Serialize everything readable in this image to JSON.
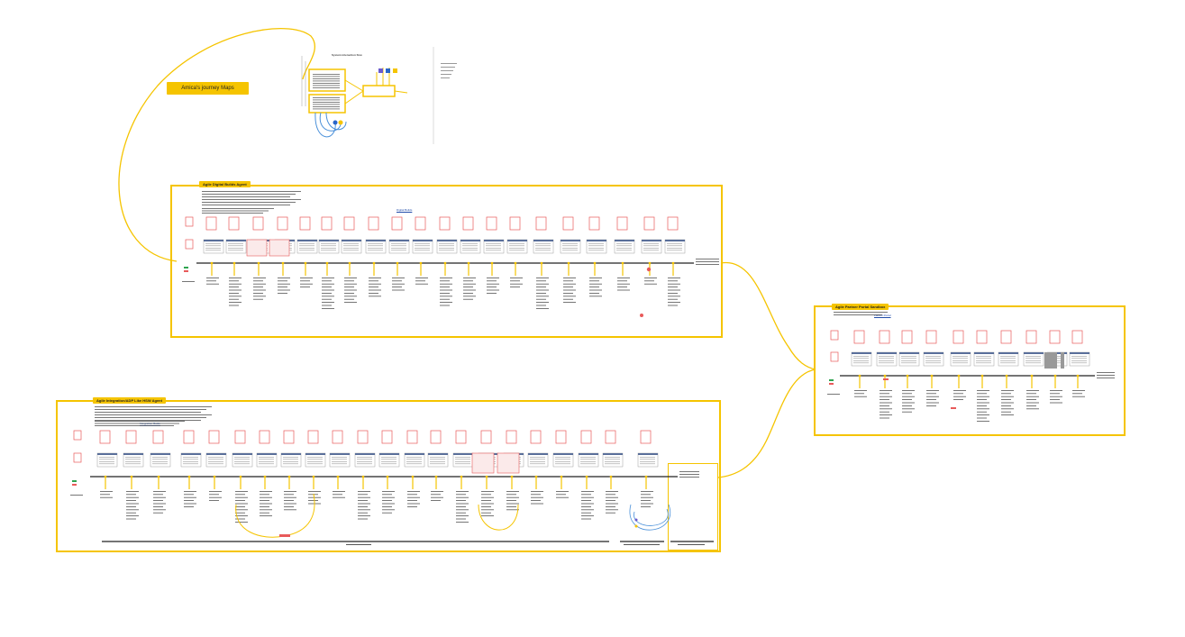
{
  "header": {
    "title": "Amica's journey Maps"
  },
  "diagram": {
    "title": "System interaction flow"
  },
  "frames": [
    {
      "id": "top",
      "title": "Agile Digital Builds Agent",
      "link_text": "Digital Builds"
    },
    {
      "id": "right",
      "title": "Agile Partner Portal Sandbox",
      "link_text": "Partner Portal"
    },
    {
      "id": "bottom",
      "title": "Agile Integration/ADP Like HSW Agent",
      "link_text": "Integration Guide"
    }
  ],
  "colors": {
    "accent": "#f5c400",
    "box": "#e85a5a",
    "text": "#333333",
    "link": "#1f4aa8"
  }
}
